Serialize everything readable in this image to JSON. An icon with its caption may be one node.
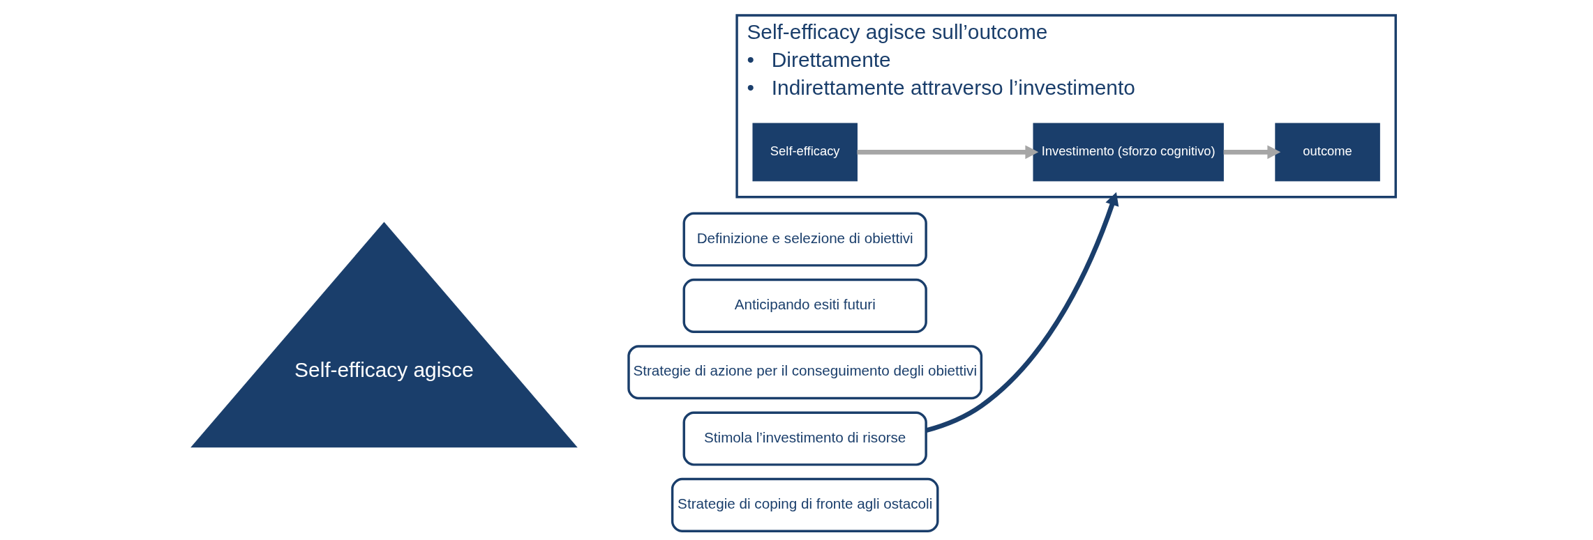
{
  "diagram": {
    "nodes": [
      {
        "text": [
          "Self-efficacy agisce"
        ]
      },
      {
        "text": [
          "Definizione e selezione di obiettivi"
        ]
      },
      {
        "text": [
          "Anticipando esiti futuri"
        ]
      },
      {
        "text": [
          "Strategie di azione per il conseguimento degli obiettivi"
        ]
      },
      {
        "text": [
          "Stimola l’investimento di risorse"
        ]
      },
      {
        "text": [
          "Strategie di coping di fronte agli ostacoli"
        ]
      },
      {
        "text": [
          "Self-efficacy agisce sull’outcome",
          "•   Direttamente",
          "•   Indirettamente attraverso l’investimento"
        ]
      },
      {
        "text": [
          "Self-efficacy"
        ],
        "in": 6
      },
      {
        "text": [
          "Investimento (sforzo cognitivo)"
        ],
        "in": 6
      },
      {
        "text": [
          "outcome"
        ],
        "in": 6
      }
    ],
    "edges": [
      {
        "from": 4,
        "to": 6,
        "arrow": "to",
        "color": "#1a3e6b"
      },
      {
        "from": 7,
        "to": 8,
        "arrow": "to"
      },
      {
        "from": 8,
        "to": 9,
        "arrow": "to"
      }
    ]
  }
}
